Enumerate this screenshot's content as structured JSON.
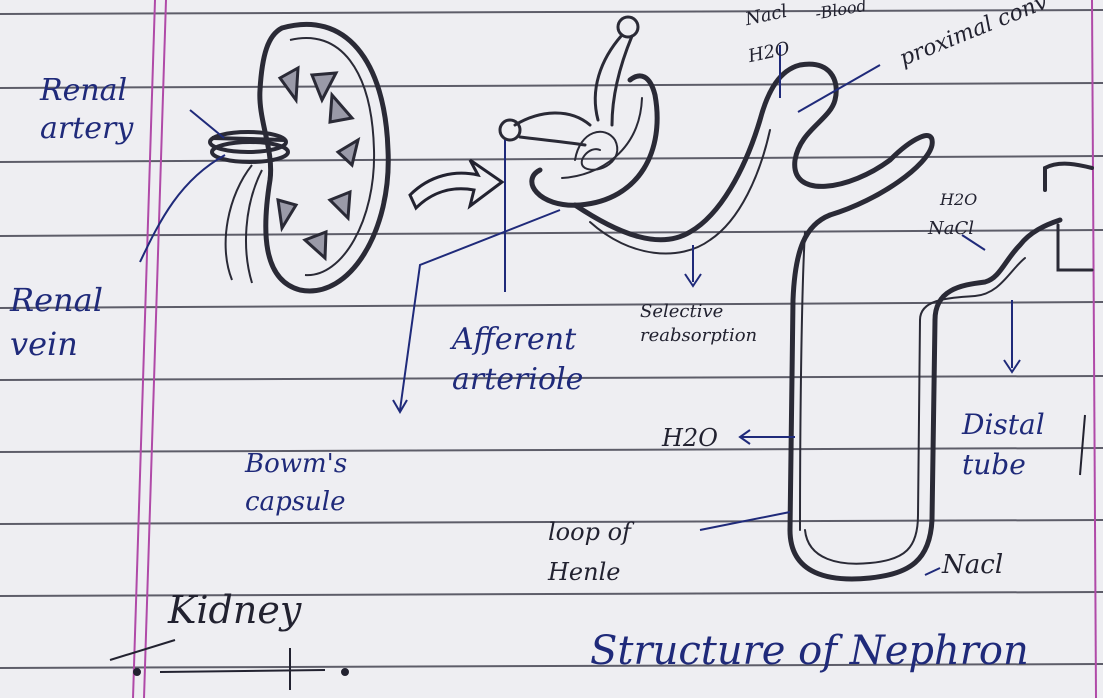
{
  "labels": {
    "renal_artery": "Renal artery",
    "renal_vein": "Renal vein",
    "bowmans_capsule": "Bowm's capsule",
    "afferent_arteriole": "Afferent arteriole",
    "selective_reabsorption": "Selective reabsorption",
    "h2o_out": "H2O",
    "loop_of_henle": "loop of Henle",
    "nacl_bottom": "Nacl",
    "distal_tubule": "Distal tube",
    "nacl_top": "Nacl",
    "h2o_top": "H2O",
    "blood_top": "-Blood",
    "proximal_top": "proximal conv",
    "h2o_distal": "H2O",
    "nacl_distal": "NaCl",
    "kidney": "Kidney",
    "title": "Structure of Nephron"
  },
  "colors": {
    "paper": "#eeeef2",
    "rule": "#3a3a48",
    "margin": "#b04aa8",
    "ink_blue": "#1f2a7a",
    "ink_dark": "#222230"
  }
}
